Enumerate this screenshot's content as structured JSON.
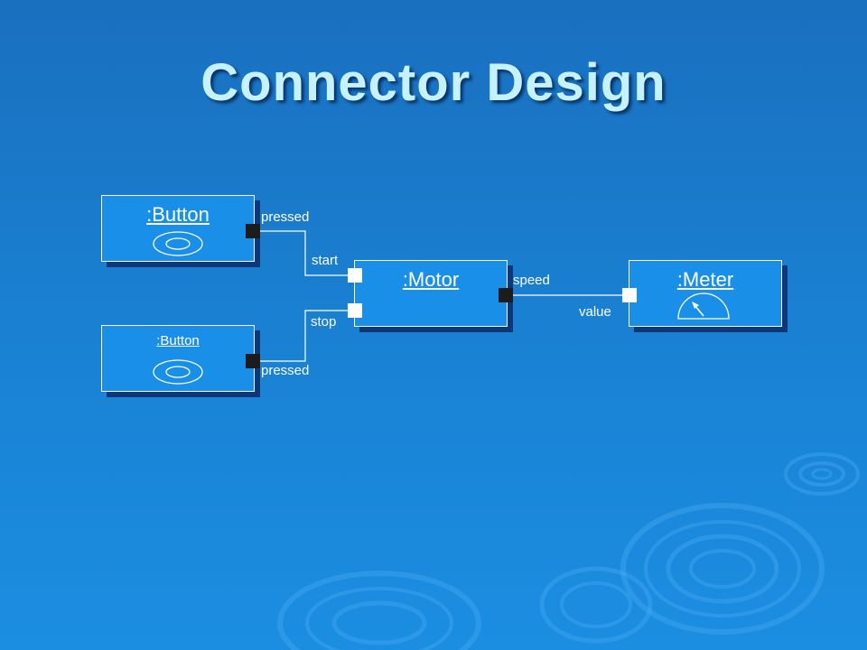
{
  "title": "Connector Design",
  "components": {
    "button1": {
      "label": ":Button",
      "port_label": "pressed",
      "icon": "button-ellipse-icon"
    },
    "button2": {
      "label": ":Button",
      "port_label": "pressed",
      "icon": "button-ellipse-icon"
    },
    "motor": {
      "label": ":Motor",
      "port_start": "start",
      "port_stop": "stop",
      "port_speed": "speed"
    },
    "meter": {
      "label": ":Meter",
      "port_value": "value",
      "icon": "gauge-icon"
    }
  },
  "colors": {
    "background": "#1a7fd0",
    "box_fill": "#1a8fe8",
    "box_shadow": "#10367a",
    "title": "#c6f2ff",
    "out_port": "#1c1c1c",
    "in_port": "#ffffff"
  }
}
